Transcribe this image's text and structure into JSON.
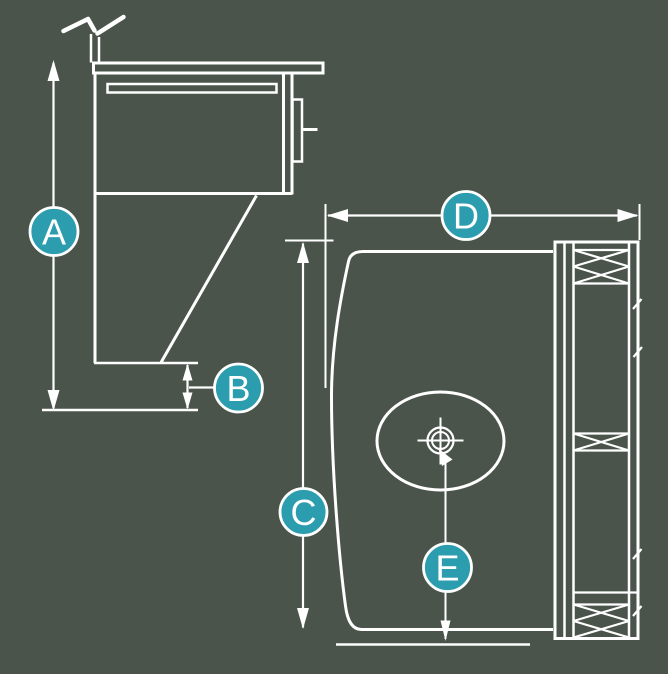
{
  "diagram": {
    "labels": {
      "a": "A",
      "b": "B",
      "c": "C",
      "d": "D",
      "e": "E"
    },
    "colors": {
      "background": "#4A544A",
      "line": "#FFFFFF",
      "accent": "#2B9DAE"
    },
    "symbols": {
      "center_mark": "crosshair-target-icon",
      "dimension_arrow": "double-headed-arrow",
      "hatch_pattern": "x-cross-hatch"
    }
  }
}
